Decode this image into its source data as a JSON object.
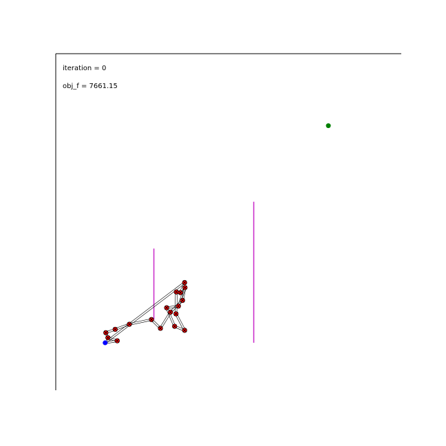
{
  "text": {
    "iteration": "iteration = 0",
    "objective": "obj_f = 7661.15"
  },
  "colors": {
    "axes": "#000000",
    "obstacle": "#cc33cc",
    "path_line": "#000000",
    "waypoint_face": "#ff0000",
    "start": "#0000ff",
    "goal": "#008000"
  },
  "chart_data": {
    "type": "scatter",
    "title": "",
    "xlabel": "",
    "ylabel": "",
    "grid": false,
    "legend": "none",
    "axes_visible": [
      "left",
      "top"
    ],
    "xlim": [
      0,
      100
    ],
    "ylim": [
      0,
      100
    ],
    "start": {
      "x": 14.3,
      "y": 14.1
    },
    "goal": {
      "x": 78.9,
      "y": 78.6
    },
    "obstacles": [
      {
        "x": 28.4,
        "y_min": 21.0,
        "y_max": 42.1
      },
      {
        "x": 57.3,
        "y_min": 14.1,
        "y_max": 56.0
      }
    ],
    "path": [
      {
        "x": 14.3,
        "y": 14.1
      },
      {
        "x": 17.8,
        "y": 14.7
      },
      {
        "x": 15.1,
        "y": 15.6
      },
      {
        "x": 14.5,
        "y": 17.1
      },
      {
        "x": 17.2,
        "y": 18.1
      },
      {
        "x": 21.3,
        "y": 19.6
      },
      {
        "x": 27.7,
        "y": 21.0
      },
      {
        "x": 30.3,
        "y": 18.4
      },
      {
        "x": 33.2,
        "y": 23.2
      },
      {
        "x": 36.7,
        "y": 26.7
      },
      {
        "x": 37.4,
        "y": 30.5
      },
      {
        "x": 35.5,
        "y": 25.0
      },
      {
        "x": 32.1,
        "y": 24.5
      },
      {
        "x": 34.4,
        "y": 19.0
      },
      {
        "x": 37.3,
        "y": 17.8
      },
      {
        "x": 34.8,
        "y": 22.7
      },
      {
        "x": 34.9,
        "y": 29.2
      },
      {
        "x": 36.1,
        "y": 29.0
      },
      {
        "x": 37.3,
        "y": 32.0
      },
      {
        "x": 14.3,
        "y": 14.1
      }
    ]
  }
}
